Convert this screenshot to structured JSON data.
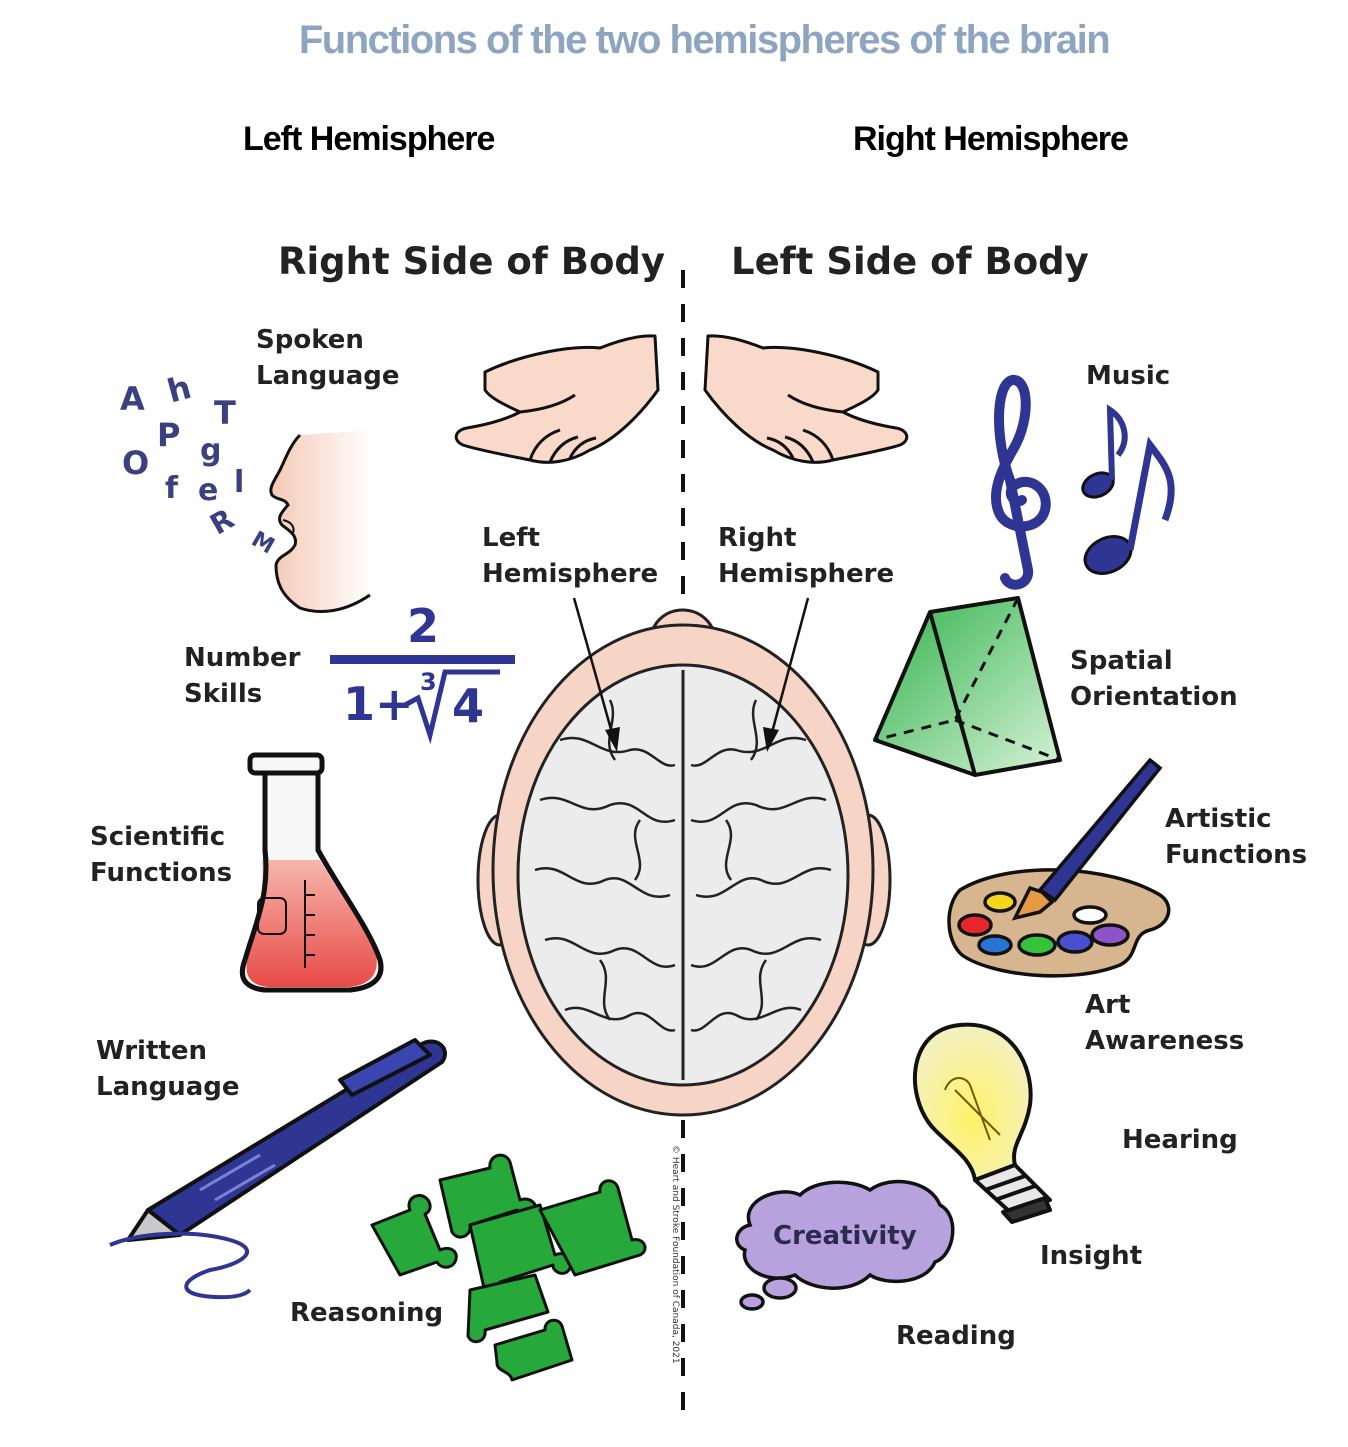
{
  "title": "Functions of the two hemispheres of the brain",
  "headers": {
    "left": "Left Hemisphere",
    "right": "Right Hemisphere"
  },
  "sides": {
    "left": "Right Side of Body",
    "right": "Left Side of Body"
  },
  "brain_labels": {
    "left": [
      "Left",
      "Hemisphere"
    ],
    "right": [
      "Right",
      "Hemisphere"
    ]
  },
  "left_functions": {
    "spoken_language": [
      "Spoken",
      "Language"
    ],
    "number_skills": [
      "Number",
      "Skills"
    ],
    "scientific_functions": [
      "Scientific",
      "Functions"
    ],
    "written_language": [
      "Written",
      "Language"
    ],
    "reasoning": "Reasoning"
  },
  "right_functions": {
    "music": "Music",
    "spatial_orientation": [
      "Spatial",
      "Orientation"
    ],
    "artistic_functions": [
      "Artistic",
      "Functions"
    ],
    "art_awareness": [
      "Art",
      "Awareness"
    ],
    "hearing": "Hearing",
    "insight": "Insight",
    "reading": "Reading",
    "creativity": "Creativity"
  },
  "math_formula": {
    "numerator": "2",
    "denominator_a": "1+",
    "root_index": "3",
    "root_value": "4"
  },
  "floating_letters": [
    "A",
    "h",
    "T",
    "P",
    "g",
    "O",
    "f",
    "e",
    "l",
    "R",
    "M"
  ],
  "copyright": "© Heart and Stroke Foundation of Canada, 2021",
  "colors": {
    "title": "#8ea5c2",
    "navy": "#2e3592",
    "puzzle": "#27a83a",
    "cloud": "#b7a2dd",
    "skin": "#f6d4c6"
  }
}
